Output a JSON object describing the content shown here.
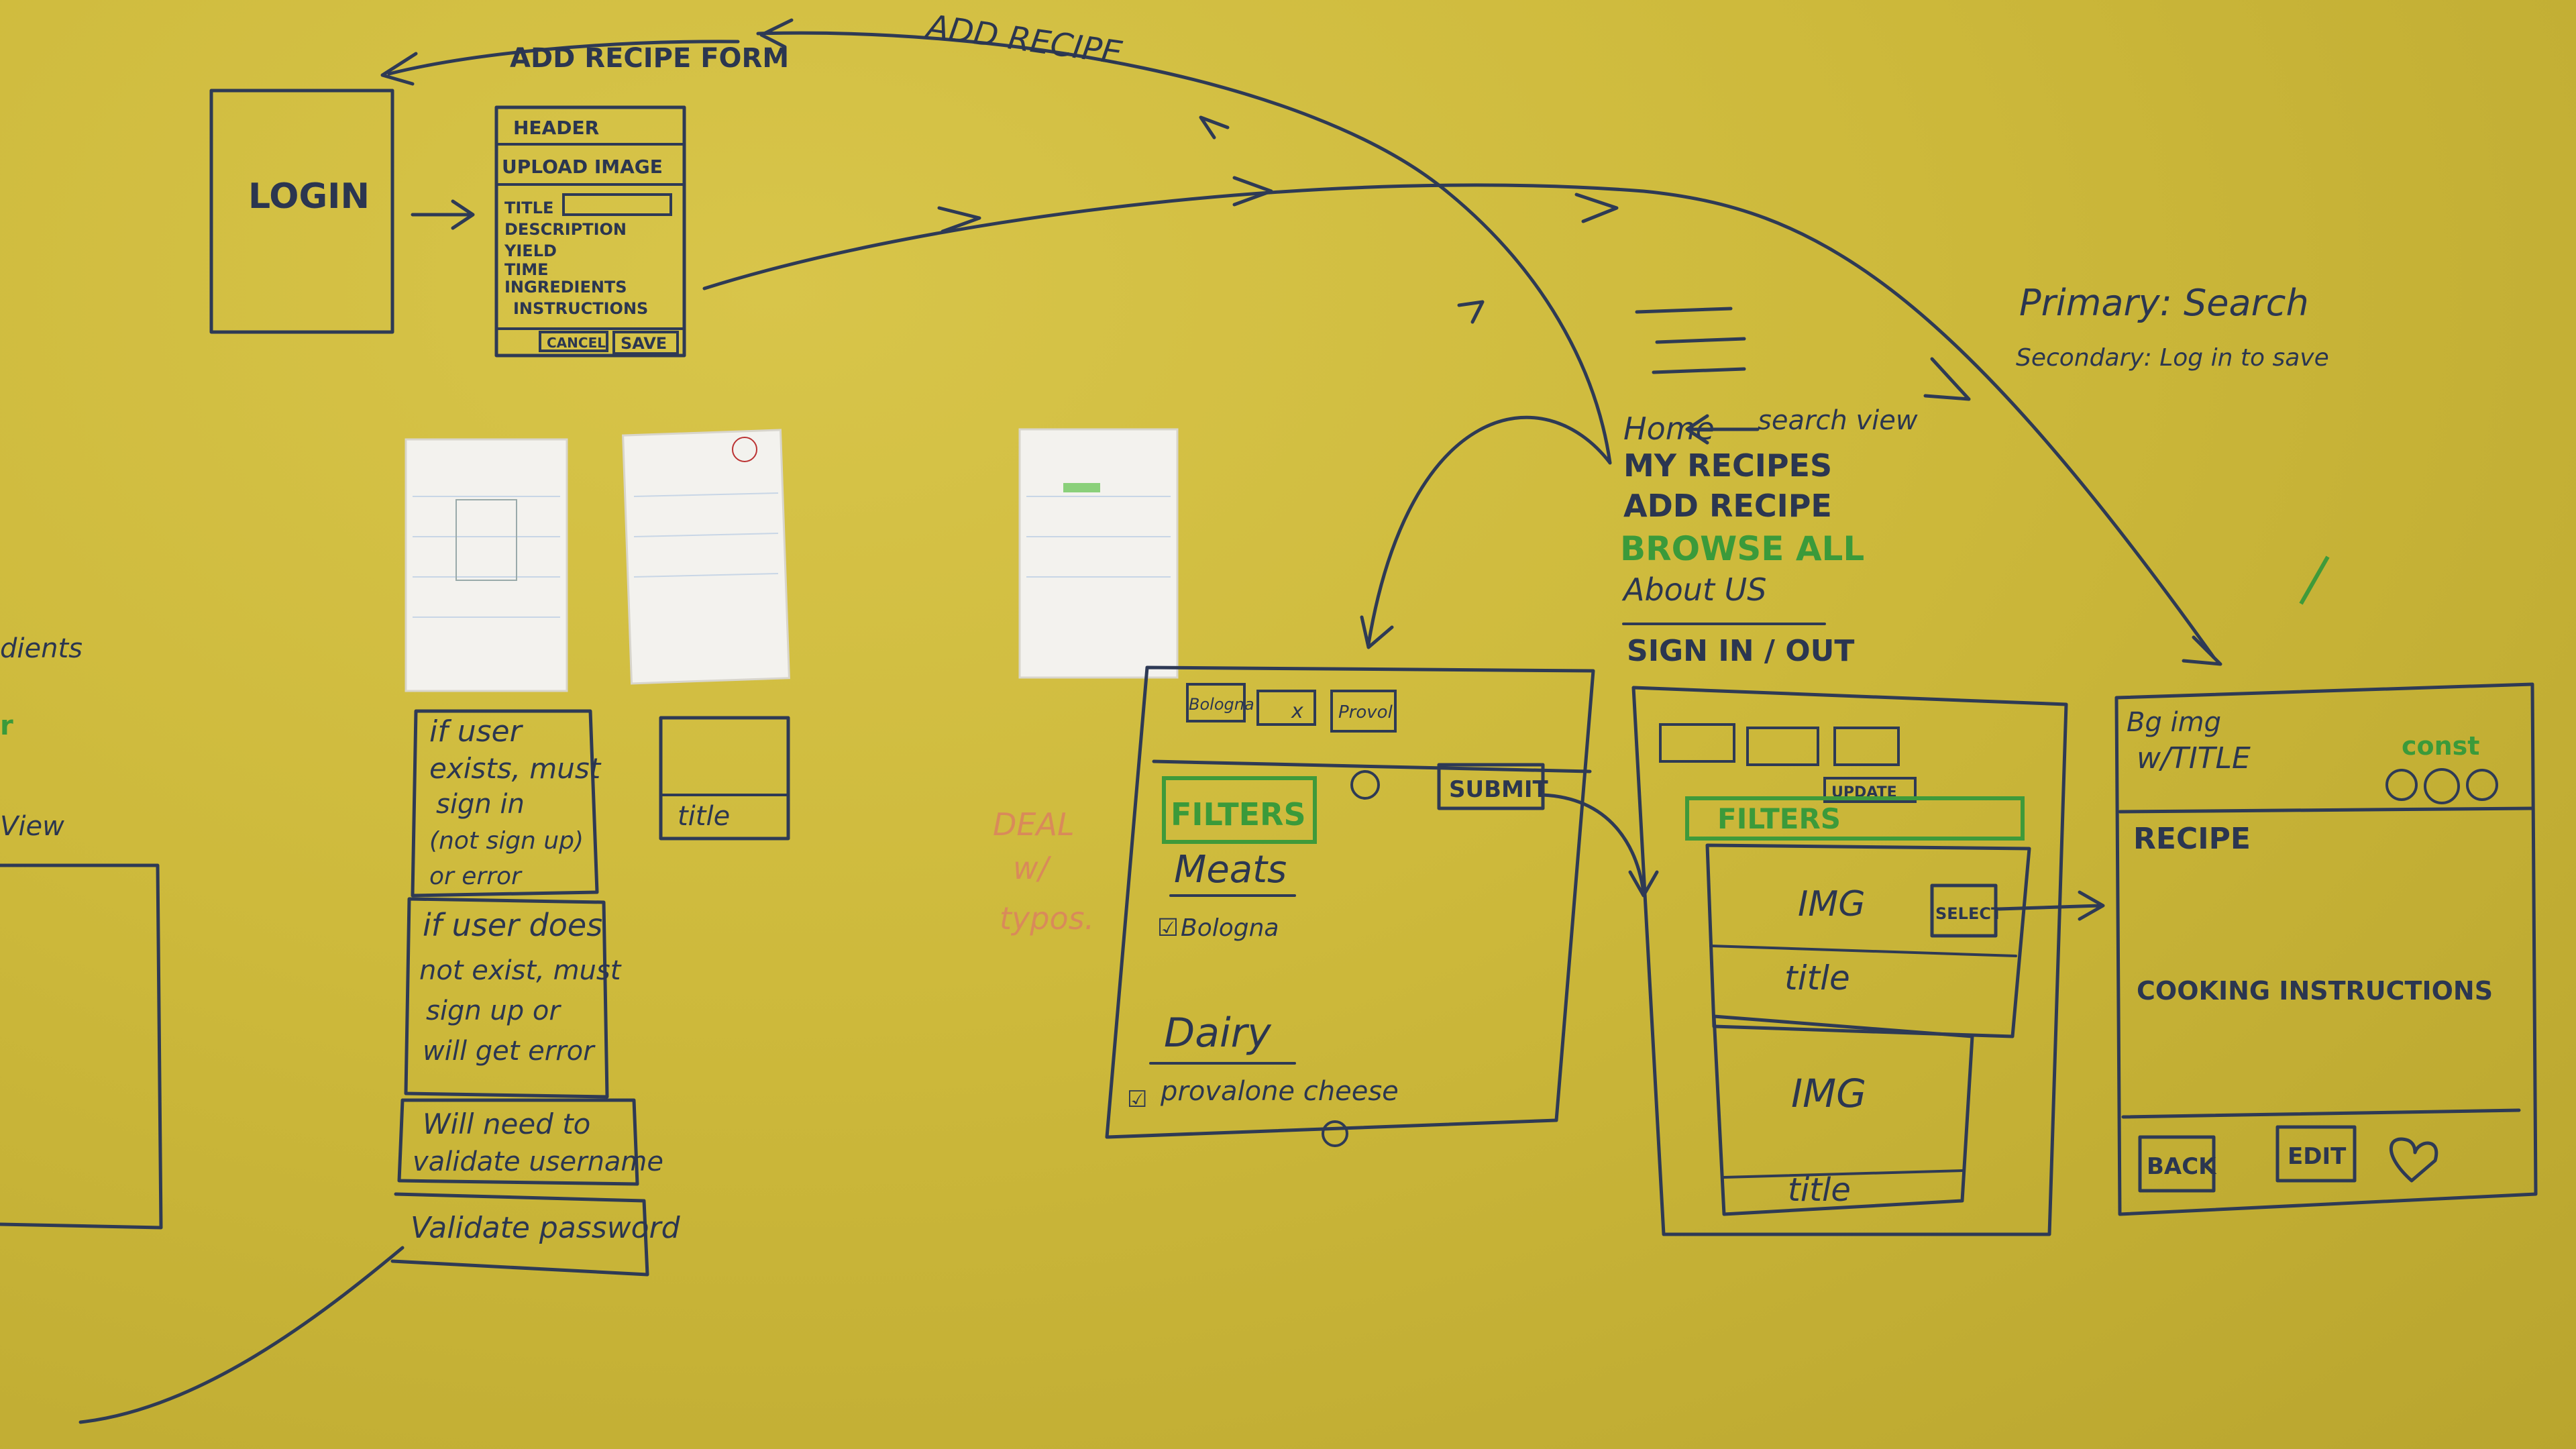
{
  "top": {
    "add_recipe_arrow": "ADD RECIPE"
  },
  "login": {
    "label": "LOGIN"
  },
  "add_form": {
    "title": "ADD RECIPE FORM",
    "header": "HEADER",
    "upload": "UPLOAD IMAGE",
    "fields": [
      "TITLE",
      "DESCRIPTION",
      "YIELD",
      "TIME",
      "INGREDIENTS",
      "INSTRUCTIONS"
    ],
    "cancel": "CANCEL",
    "save": "SAVE"
  },
  "nav": {
    "home": "Home",
    "search_view": "search view",
    "my_recipes": "MY RECIPES",
    "add_recipe": "ADD RECIPE",
    "browse_all": "BROWSE ALL",
    "about": "About US",
    "sign": "SIGN IN / OUT"
  },
  "primary": {
    "line1": "Primary: Search",
    "line2": "Secondary: Log in to save"
  },
  "left_edge": {
    "a": "dients",
    "b": "View"
  },
  "notes": {
    "n1": [
      "if user",
      "exists, must",
      "sign in",
      "(not sign up)",
      "or error"
    ],
    "n2": [
      "if user does",
      "not exist, must",
      "sign up or",
      "will get error"
    ],
    "n3": [
      "Will need to",
      "validate username"
    ],
    "n4": "Validate password",
    "title_box": "title"
  },
  "deal": [
    "DEAL",
    "w/",
    "typos."
  ],
  "filter_screen": {
    "chips": [
      "Bologna",
      "x",
      "Provol"
    ],
    "submit": "SUBMIT",
    "filters": "FILTERS",
    "meats": "Meats",
    "bologna": "Bologna",
    "dairy": "Dairy",
    "provalone": "provalone cheese"
  },
  "browse_screen": {
    "update": "UPDATE",
    "filters": "FILTERS",
    "img": "IMG",
    "select": "SELECT",
    "title": "title"
  },
  "recipe_screen": {
    "bg_img": "Bg img",
    "w_title": "w/TITLE",
    "const": "const",
    "recipe": "RECIPE",
    "cooking": "COOKING INSTRUCTIONS",
    "back": "BACK",
    "edit": "EDIT"
  },
  "colors": {
    "wall": "#c9b537",
    "ink": "#2e3a55",
    "green": "#3f9a3a",
    "orange": "#d98a5a"
  }
}
